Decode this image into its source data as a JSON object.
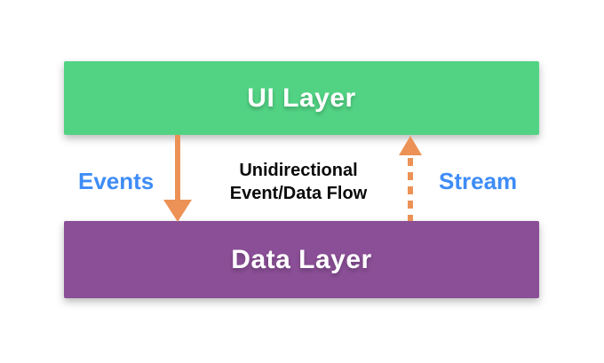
{
  "diagram": {
    "title": "Unidirectional Event/Data Flow diagram",
    "ui_layer": {
      "label": "UI Layer"
    },
    "data_layer": {
      "label": "Data Layer"
    },
    "events_label": "Events",
    "stream_label": "Stream",
    "center_caption": {
      "line1": "Unidirectional",
      "line2": "Event/Data Flow"
    },
    "arrows": [
      {
        "name": "events-arrow",
        "style": "solid",
        "direction": "down",
        "from": "UI Layer",
        "to": "Data Layer"
      },
      {
        "name": "stream-arrow",
        "style": "dashed",
        "direction": "up",
        "from": "Data Layer",
        "to": "UI Layer"
      }
    ]
  },
  "colors": {
    "green": "#52d384",
    "purple": "#8a4f96",
    "orange": "#ec9256",
    "blue": "#3e8cf7",
    "text_dark": "#0a0a0a"
  }
}
